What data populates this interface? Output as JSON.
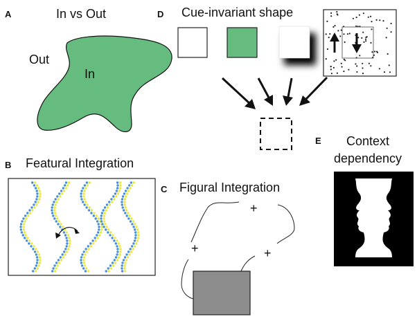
{
  "panels": {
    "a": {
      "letter": "A",
      "title": "In vs Out",
      "out_label": "Out",
      "in_label": "In",
      "fill_color": "#66bb7e"
    },
    "b": {
      "letter": "B",
      "title": "Featural Integration",
      "dot_colors": [
        "#4a90d9",
        "#e8e84a"
      ]
    },
    "c": {
      "letter": "C",
      "title": "Figural Integration",
      "plus_marks": [
        "+",
        "+",
        "+"
      ],
      "square_color": "#8c8c8c"
    },
    "d": {
      "letter": "D",
      "title": "Cue-invariant shape",
      "cue_fill_color": "#66bb7e"
    },
    "e": {
      "letter": "E",
      "title_line1": "Context",
      "title_line2": "dependency"
    }
  }
}
